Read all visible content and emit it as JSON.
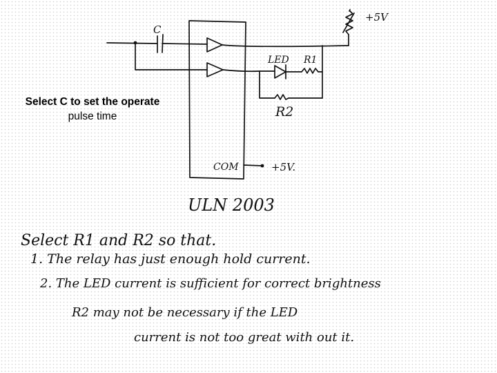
{
  "diagram": {
    "labels": {
      "capacitor": "C",
      "led": "LED",
      "r1": "R1",
      "r2": "R2",
      "supply_top": "+5V",
      "com": "COM",
      "supply_com": "+5V.",
      "chip": "ULN 2003"
    }
  },
  "caption": {
    "line1": "Select C to set the operate",
    "line2": "pulse time"
  },
  "notes": {
    "heading": "Select R1 and R2 so that.",
    "item1": "1. The relay has just enough hold current.",
    "item2": "2. The LED current is sufficient for correct brightness",
    "remark1": "R2 may not be necessary if the LED",
    "remark2": "current is not too great with out it."
  },
  "colors": {
    "ink": "#111111",
    "background": "#ffffff"
  }
}
